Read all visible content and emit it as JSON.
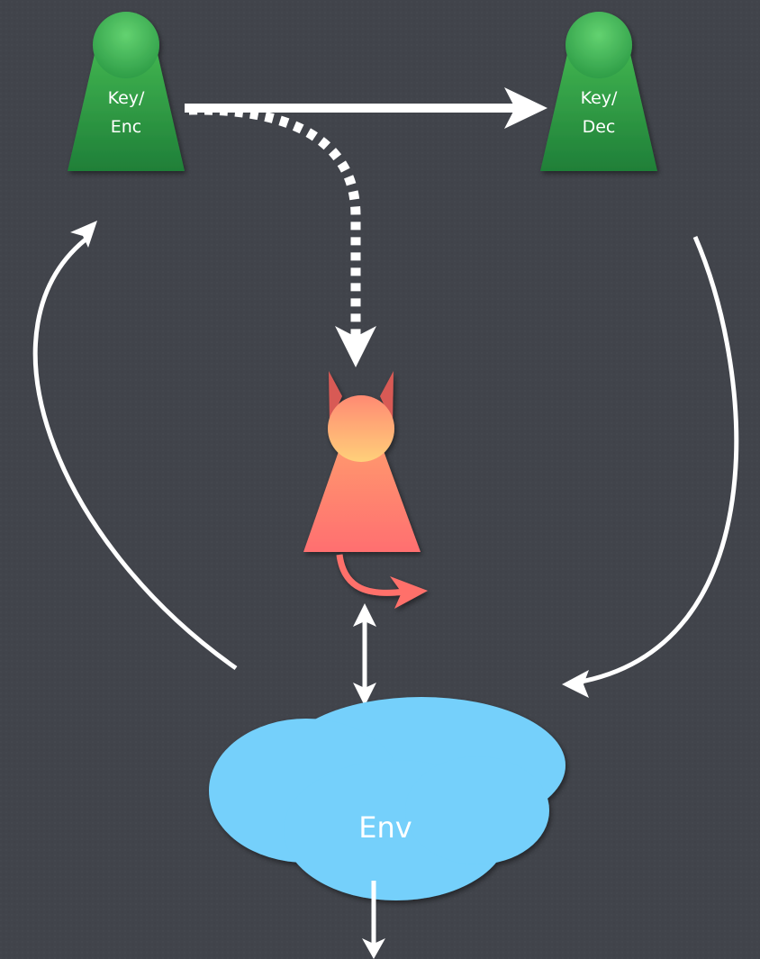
{
  "nodes": {
    "encoder": {
      "line1": "Key/",
      "line2": "Enc"
    },
    "decoder": {
      "line1": "Key/",
      "line2": "Dec"
    },
    "adversary": {
      "label": ""
    },
    "environment": {
      "label": "Env"
    }
  },
  "colors": {
    "background": "#41444b",
    "party_green": "#2d9a45",
    "party_head": "#3cb651",
    "adversary_body": "#ff7b6f",
    "adversary_head": "#ffc070",
    "cloud": "#74d0fb",
    "arrow": "#ffffff"
  }
}
